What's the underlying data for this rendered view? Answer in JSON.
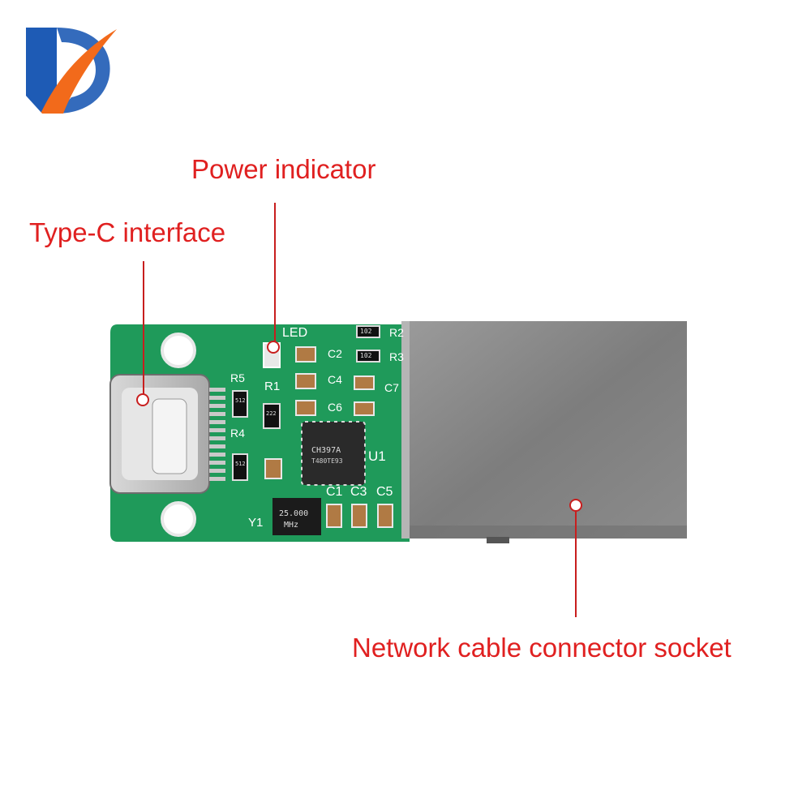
{
  "labels": {
    "power_indicator": "Power indicator",
    "type_c": "Type-C interface",
    "network_socket": "Network cable connector socket"
  },
  "board_silkscreen": {
    "led": "LED",
    "u1": "U1",
    "y1": "Y1",
    "r1": "R1",
    "r4": "R4",
    "r5": "R5",
    "c1": "C1",
    "c3": "C3",
    "c5": "C5",
    "c4": "C4",
    "c2": "C2",
    "c6": "C6",
    "c7": "C7",
    "r2": "R2",
    "r3": "R3",
    "chip_marking": "CH397A",
    "chip_code": "T480TE93",
    "crystal_marking": "25.000",
    "crystal_unit": "MHz",
    "res_512a": "512",
    "res_512b": "512",
    "res_222": "222",
    "res_102a": "102",
    "res_102b": "102"
  },
  "colors": {
    "accent_red": "#e02020",
    "pcb_green": "#1f9a5a",
    "logo_blue": "#1e5bb5",
    "logo_orange": "#f26a1b"
  }
}
